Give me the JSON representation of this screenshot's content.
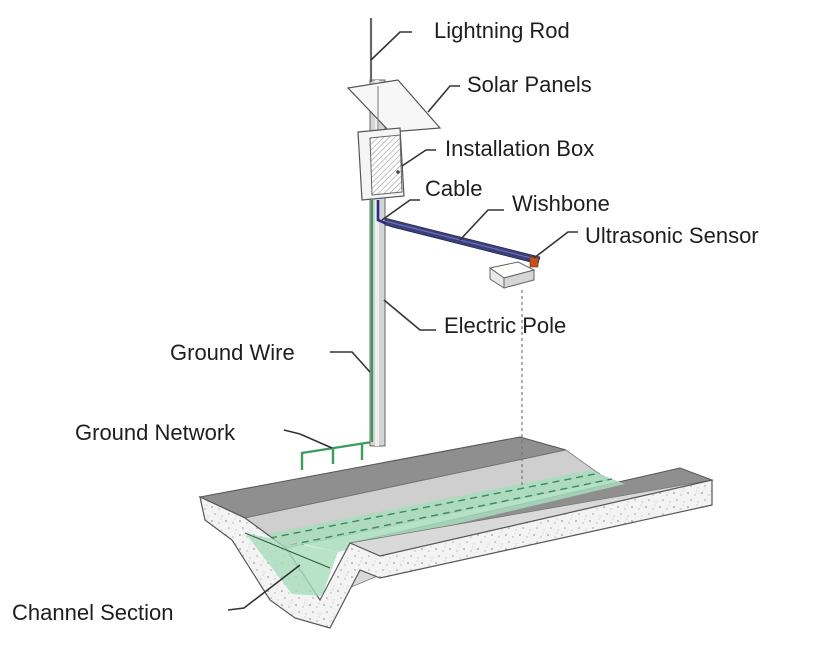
{
  "labels": {
    "lightning_rod": "Lightning Rod",
    "solar_panels": "Solar Panels",
    "installation_box": "Installation Box",
    "cable": "Cable",
    "wishbone": "Wishbone",
    "ultrasonic_sensor": "Ultrasonic Sensor",
    "electric_pole": "Electric Pole",
    "ground_wire": "Ground Wire",
    "ground_network": "Ground Network",
    "channel_section": "Channel Section"
  },
  "colors": {
    "water": "#a8dcbc",
    "ground_wire": "#3a9d5c",
    "cable": "#2b2c8f",
    "wishbone": "#3a3f7a",
    "sensor_tip": "#c0501e",
    "concrete": "#f2f2f2",
    "channel_top": "#8f8f8f"
  }
}
